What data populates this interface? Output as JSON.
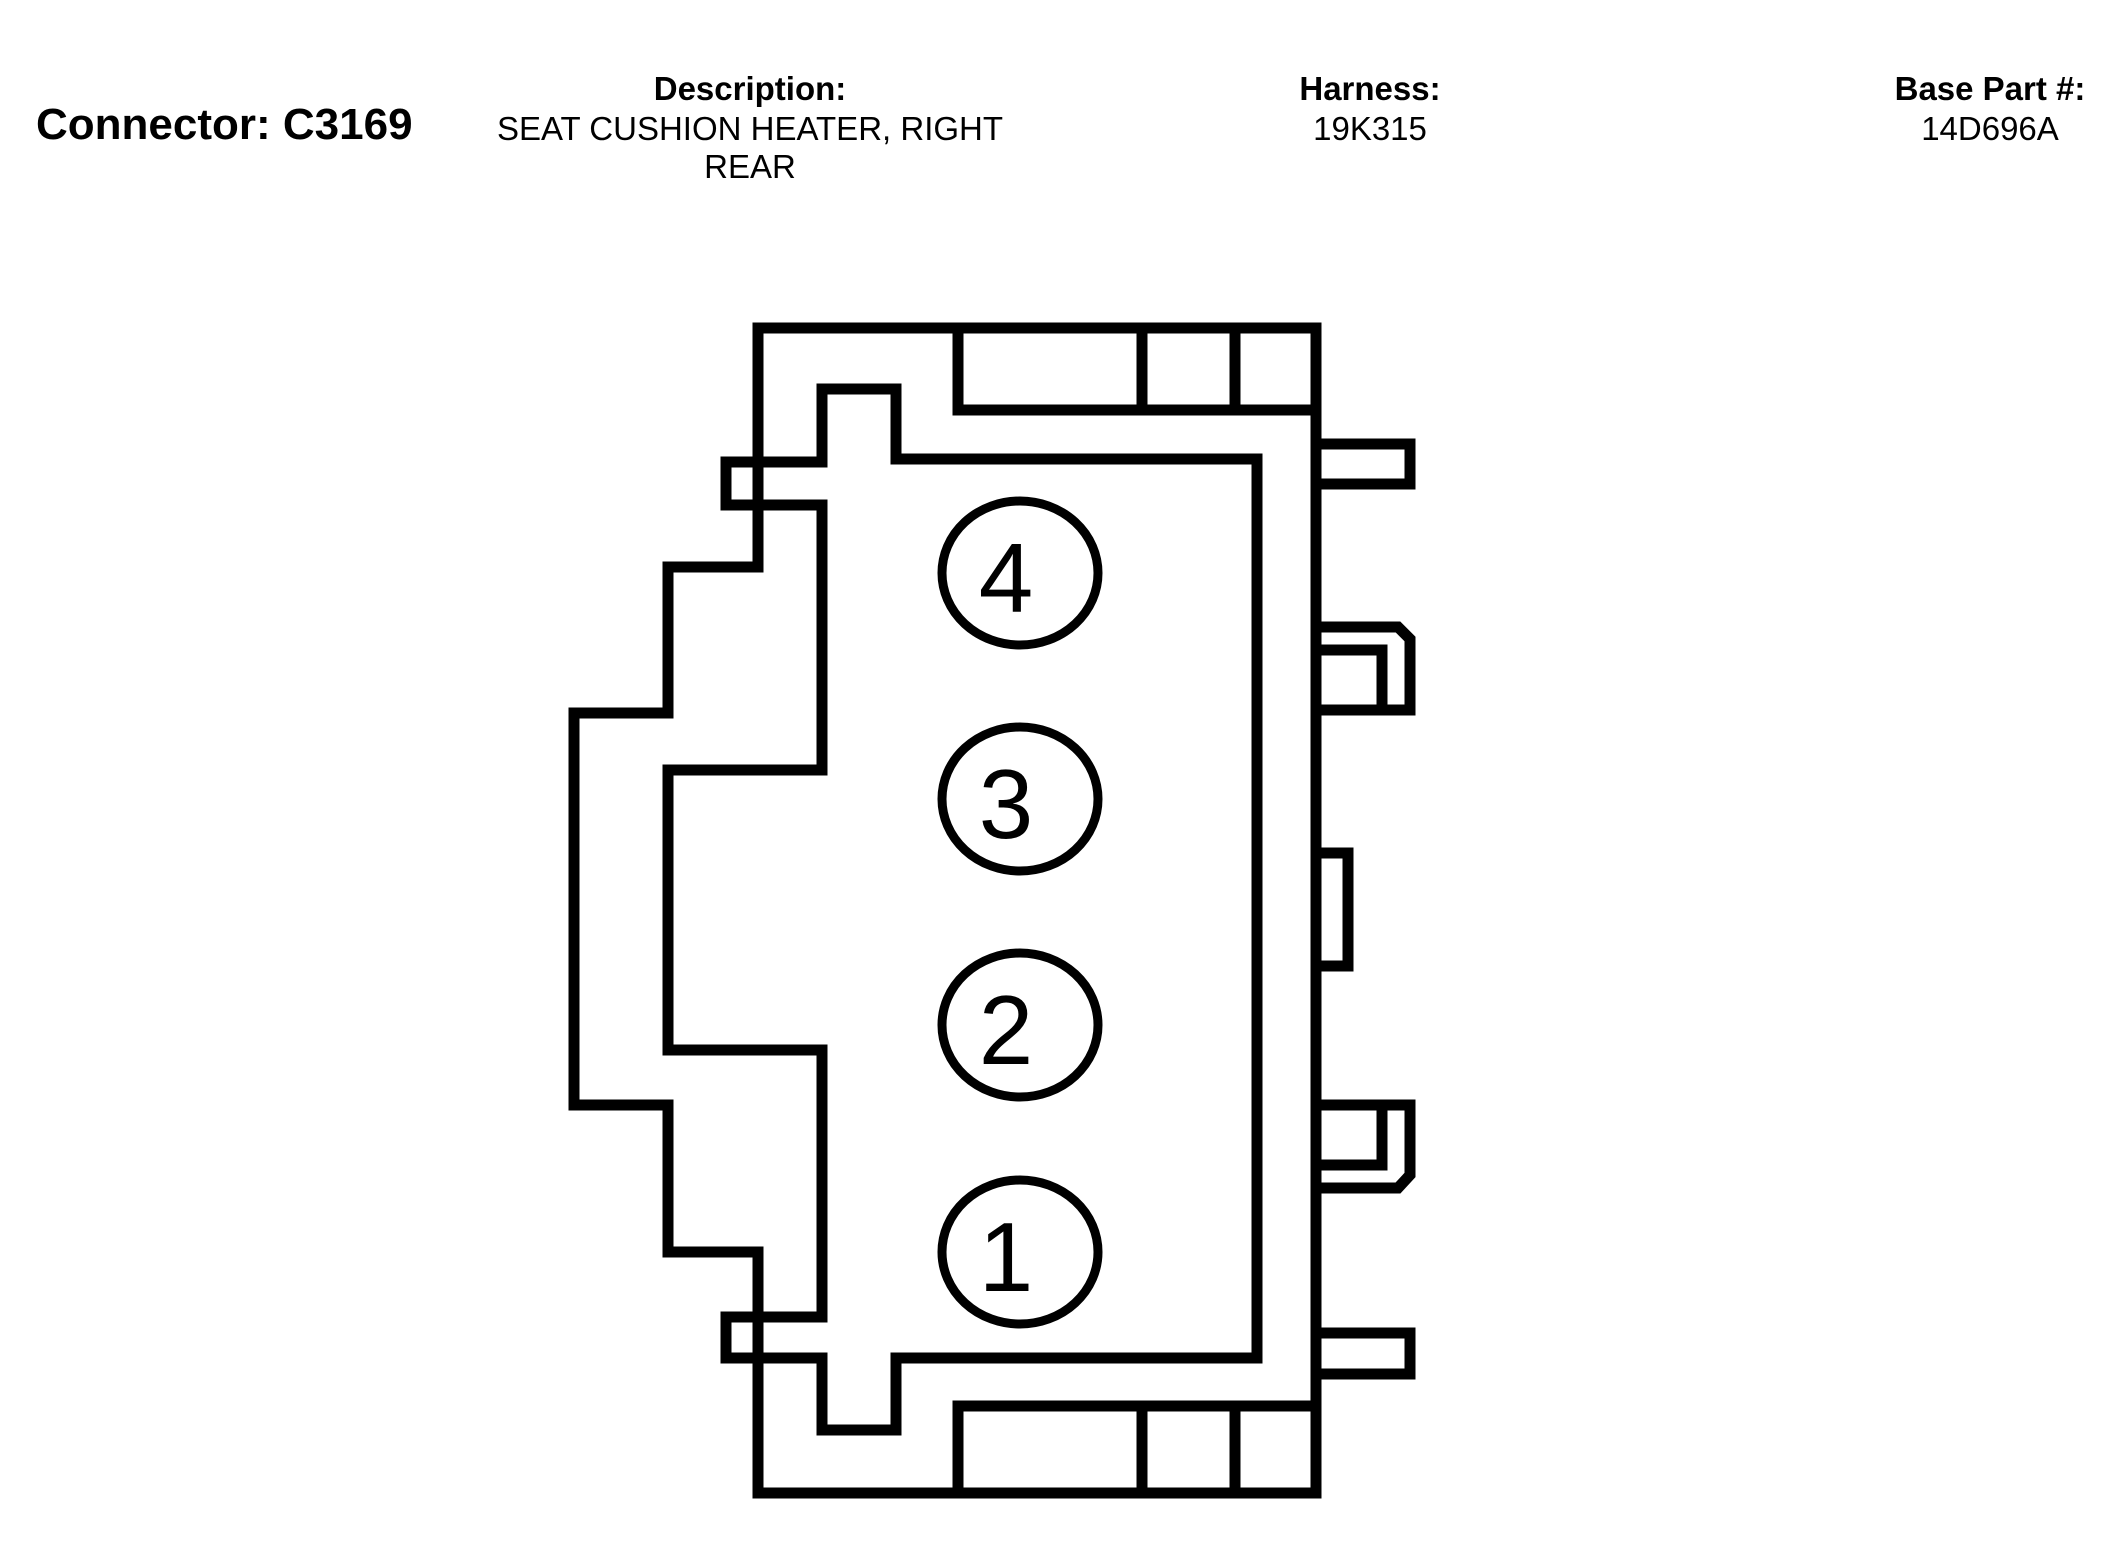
{
  "header": {
    "connector_label": "Connector: C3169",
    "description": {
      "label": "Description:",
      "value": "SEAT CUSHION HEATER, RIGHT REAR"
    },
    "harness": {
      "label": "Harness:",
      "value": "19K315"
    },
    "base_part": {
      "label": "Base Part #:",
      "value": "14D696A"
    }
  },
  "connector": {
    "pins": [
      "1",
      "2",
      "3",
      "4"
    ],
    "colors": {
      "line": "#000000",
      "background": "#ffffff"
    }
  }
}
